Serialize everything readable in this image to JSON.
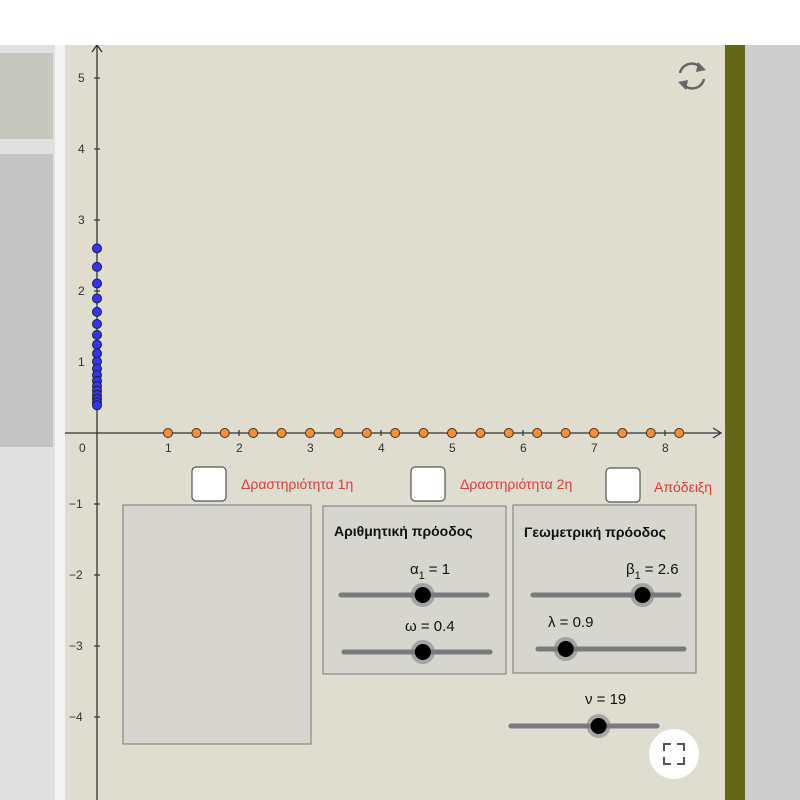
{
  "colors": {
    "canvas_bg": "#dfdcd0",
    "olive_bar": "#626818",
    "blue_point": "#3333ff",
    "orange_point": "#ff8c2e",
    "checkbox_label": "#e53935"
  },
  "axes": {
    "x_tick_labels": [
      "1",
      "2",
      "3",
      "4",
      "5",
      "6",
      "7",
      "8"
    ],
    "y_tick_labels": [
      "5",
      "4",
      "3",
      "2",
      "1",
      "−1",
      "−2",
      "−3",
      "−4"
    ],
    "origin_label": "0"
  },
  "checkboxes": [
    {
      "label": "Δραστηριότητα 1η",
      "checked": false
    },
    {
      "label": "Δραστηριότητα 2η",
      "checked": false
    },
    {
      "label": "Απόδειξη",
      "checked": false
    }
  ],
  "arithmetic_panel": {
    "title": "Αριθμητική πρόοδος",
    "alpha_symbol": "α",
    "alpha_sub": "1",
    "alpha_value": "= 1",
    "alpha_fraction": 0.56,
    "omega_label": "ω = 0.4",
    "omega_fraction": 0.54
  },
  "geometric_panel": {
    "title": "Γεωμετρική πρόοδος",
    "beta_symbol": "β",
    "beta_sub": "1",
    "beta_value": "= 2.6",
    "beta_fraction": 0.75,
    "lambda_label": "λ = 0.9",
    "lambda_fraction": 0.19
  },
  "n_slider": {
    "label": "ν = 19",
    "fraction": 0.6
  },
  "icons": {
    "reset": "reset-icon",
    "fullscreen": "fullscreen-icon"
  },
  "points": {
    "blue_y_values": [
      2.6,
      2.34,
      2.106,
      1.895,
      1.706,
      1.535,
      1.382,
      1.244,
      1.119,
      1.007,
      0.907,
      0.816,
      0.734,
      0.661,
      0.595,
      0.535,
      0.482,
      0.434,
      0.39
    ],
    "orange_x_values": [
      1,
      1.4,
      1.8,
      2.2,
      2.6,
      3.0,
      3.4,
      3.8,
      4.2,
      4.6,
      5.0,
      5.4,
      5.8,
      6.2,
      6.6,
      7.0,
      7.4,
      7.8,
      8.2
    ]
  }
}
